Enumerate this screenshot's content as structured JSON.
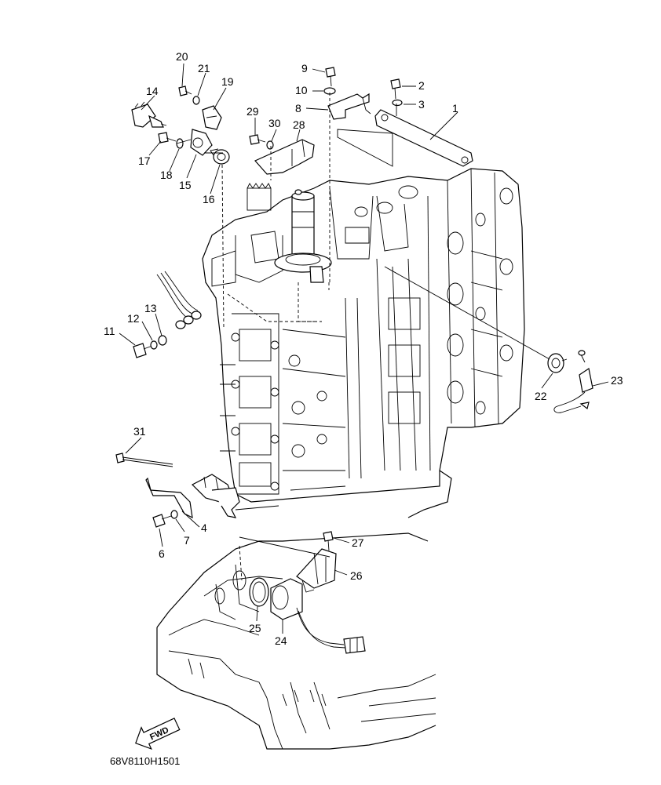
{
  "diagram_code": "68V8110H1501",
  "fwd_label": "FWD",
  "callouts": [
    {
      "id": "c1",
      "label": "1"
    },
    {
      "id": "c2",
      "label": "2"
    },
    {
      "id": "c3",
      "label": "3"
    },
    {
      "id": "c4",
      "label": "4"
    },
    {
      "id": "c6",
      "label": "6"
    },
    {
      "id": "c7",
      "label": "7"
    },
    {
      "id": "c8",
      "label": "8"
    },
    {
      "id": "c9",
      "label": "9"
    },
    {
      "id": "c10",
      "label": "10"
    },
    {
      "id": "c11",
      "label": "11"
    },
    {
      "id": "c12",
      "label": "12"
    },
    {
      "id": "c13",
      "label": "13"
    },
    {
      "id": "c14",
      "label": "14"
    },
    {
      "id": "c15",
      "label": "15"
    },
    {
      "id": "c16",
      "label": "16"
    },
    {
      "id": "c17",
      "label": "17"
    },
    {
      "id": "c18",
      "label": "18"
    },
    {
      "id": "c19",
      "label": "19"
    },
    {
      "id": "c20",
      "label": "20"
    },
    {
      "id": "c21",
      "label": "21"
    },
    {
      "id": "c22",
      "label": "22"
    },
    {
      "id": "c23",
      "label": "23"
    },
    {
      "id": "c24",
      "label": "24"
    },
    {
      "id": "c25",
      "label": "25"
    },
    {
      "id": "c26",
      "label": "26"
    },
    {
      "id": "c27",
      "label": "27"
    },
    {
      "id": "c28",
      "label": "28"
    },
    {
      "id": "c29",
      "label": "29"
    },
    {
      "id": "c30",
      "label": "30"
    },
    {
      "id": "c31",
      "label": "31"
    }
  ]
}
